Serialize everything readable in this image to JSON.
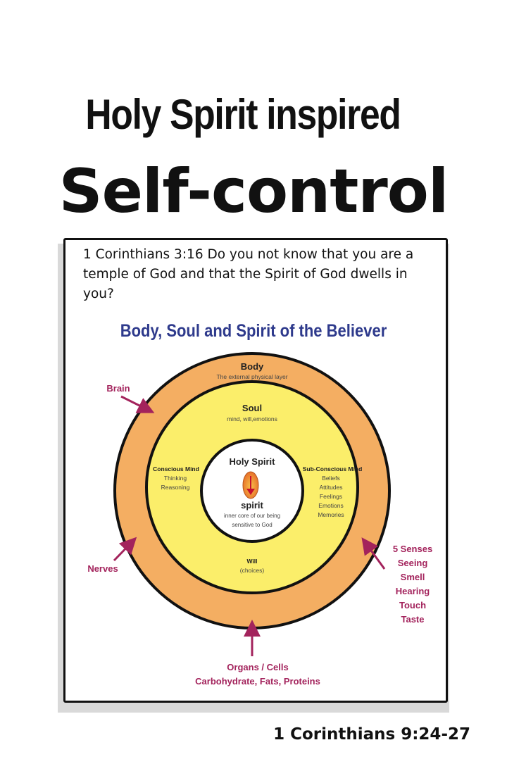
{
  "title_line1": "Holy Spirit inspired",
  "title_line2": "Self-control",
  "verse": "1 Corinthians 3:16 Do you not know that you are a temple of God and that the Spirit of God dwells in you?",
  "diagram_heading": "Body, Soul and Spirit of the Believer",
  "colors": {
    "body_ring": "#f4ae62",
    "soul_ring": "#fbee6a",
    "spirit_core": "#ffffff",
    "heading": "#2e3a8c",
    "annotation": "#a3235c",
    "flame": "#e8702a"
  },
  "body": {
    "label": "Body",
    "desc": "The external physical layer"
  },
  "soul": {
    "label": "Soul",
    "desc": "mind, will,emotions"
  },
  "conscious_mind": {
    "label": "Conscious Mind",
    "lines": [
      "Thinking",
      "Reasoning"
    ]
  },
  "subconscious_mind": {
    "label": "Sub-Conscious Mind",
    "lines": [
      "Beliefs",
      "Attitudes",
      "Feelings",
      "Emotions",
      "Memories"
    ]
  },
  "will": {
    "label": "Will",
    "desc": "(choices)"
  },
  "holy_spirit": "Holy Spirit",
  "spirit": {
    "label": "spirit",
    "lines": [
      "inner core of our being",
      "sensitive to God"
    ]
  },
  "annotations": {
    "brain": "Brain",
    "nerves": "Nerves",
    "senses": [
      "5 Senses",
      "Seeing",
      "Smell",
      "Hearing",
      "Touch",
      "Taste"
    ],
    "organs": [
      "Organs / Cells",
      "Carbohydrate, Fats, Proteins"
    ]
  },
  "reference": "1 Corinthians 9:24-27"
}
